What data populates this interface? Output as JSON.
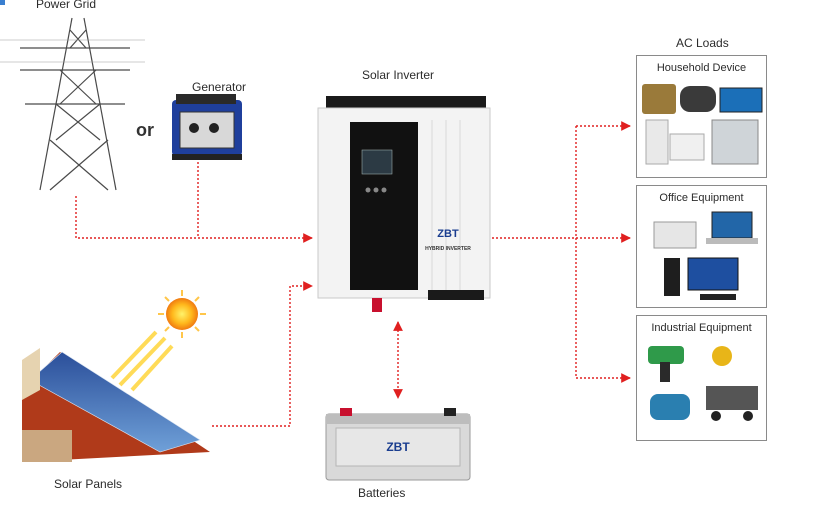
{
  "labels": {
    "power_grid": "Power Grid",
    "generator": "Generator",
    "or_text": "or",
    "solar_inverter": "Solar Inverter",
    "solar_panels": "Solar Panels",
    "batteries": "Batteries",
    "ac_loads": "AC Loads"
  },
  "load_groups": [
    {
      "title": "Household Device"
    },
    {
      "title": "Office Equipment"
    },
    {
      "title": "Industrial Equipment"
    }
  ],
  "inverter": {
    "brand": "ZBT",
    "model_text": "HYBRID INVERTER"
  },
  "battery": {
    "brand": "ZBT"
  },
  "colors": {
    "connector": "#e02020",
    "inverter_panel": "#111111",
    "box_border": "#8a8a8a"
  }
}
